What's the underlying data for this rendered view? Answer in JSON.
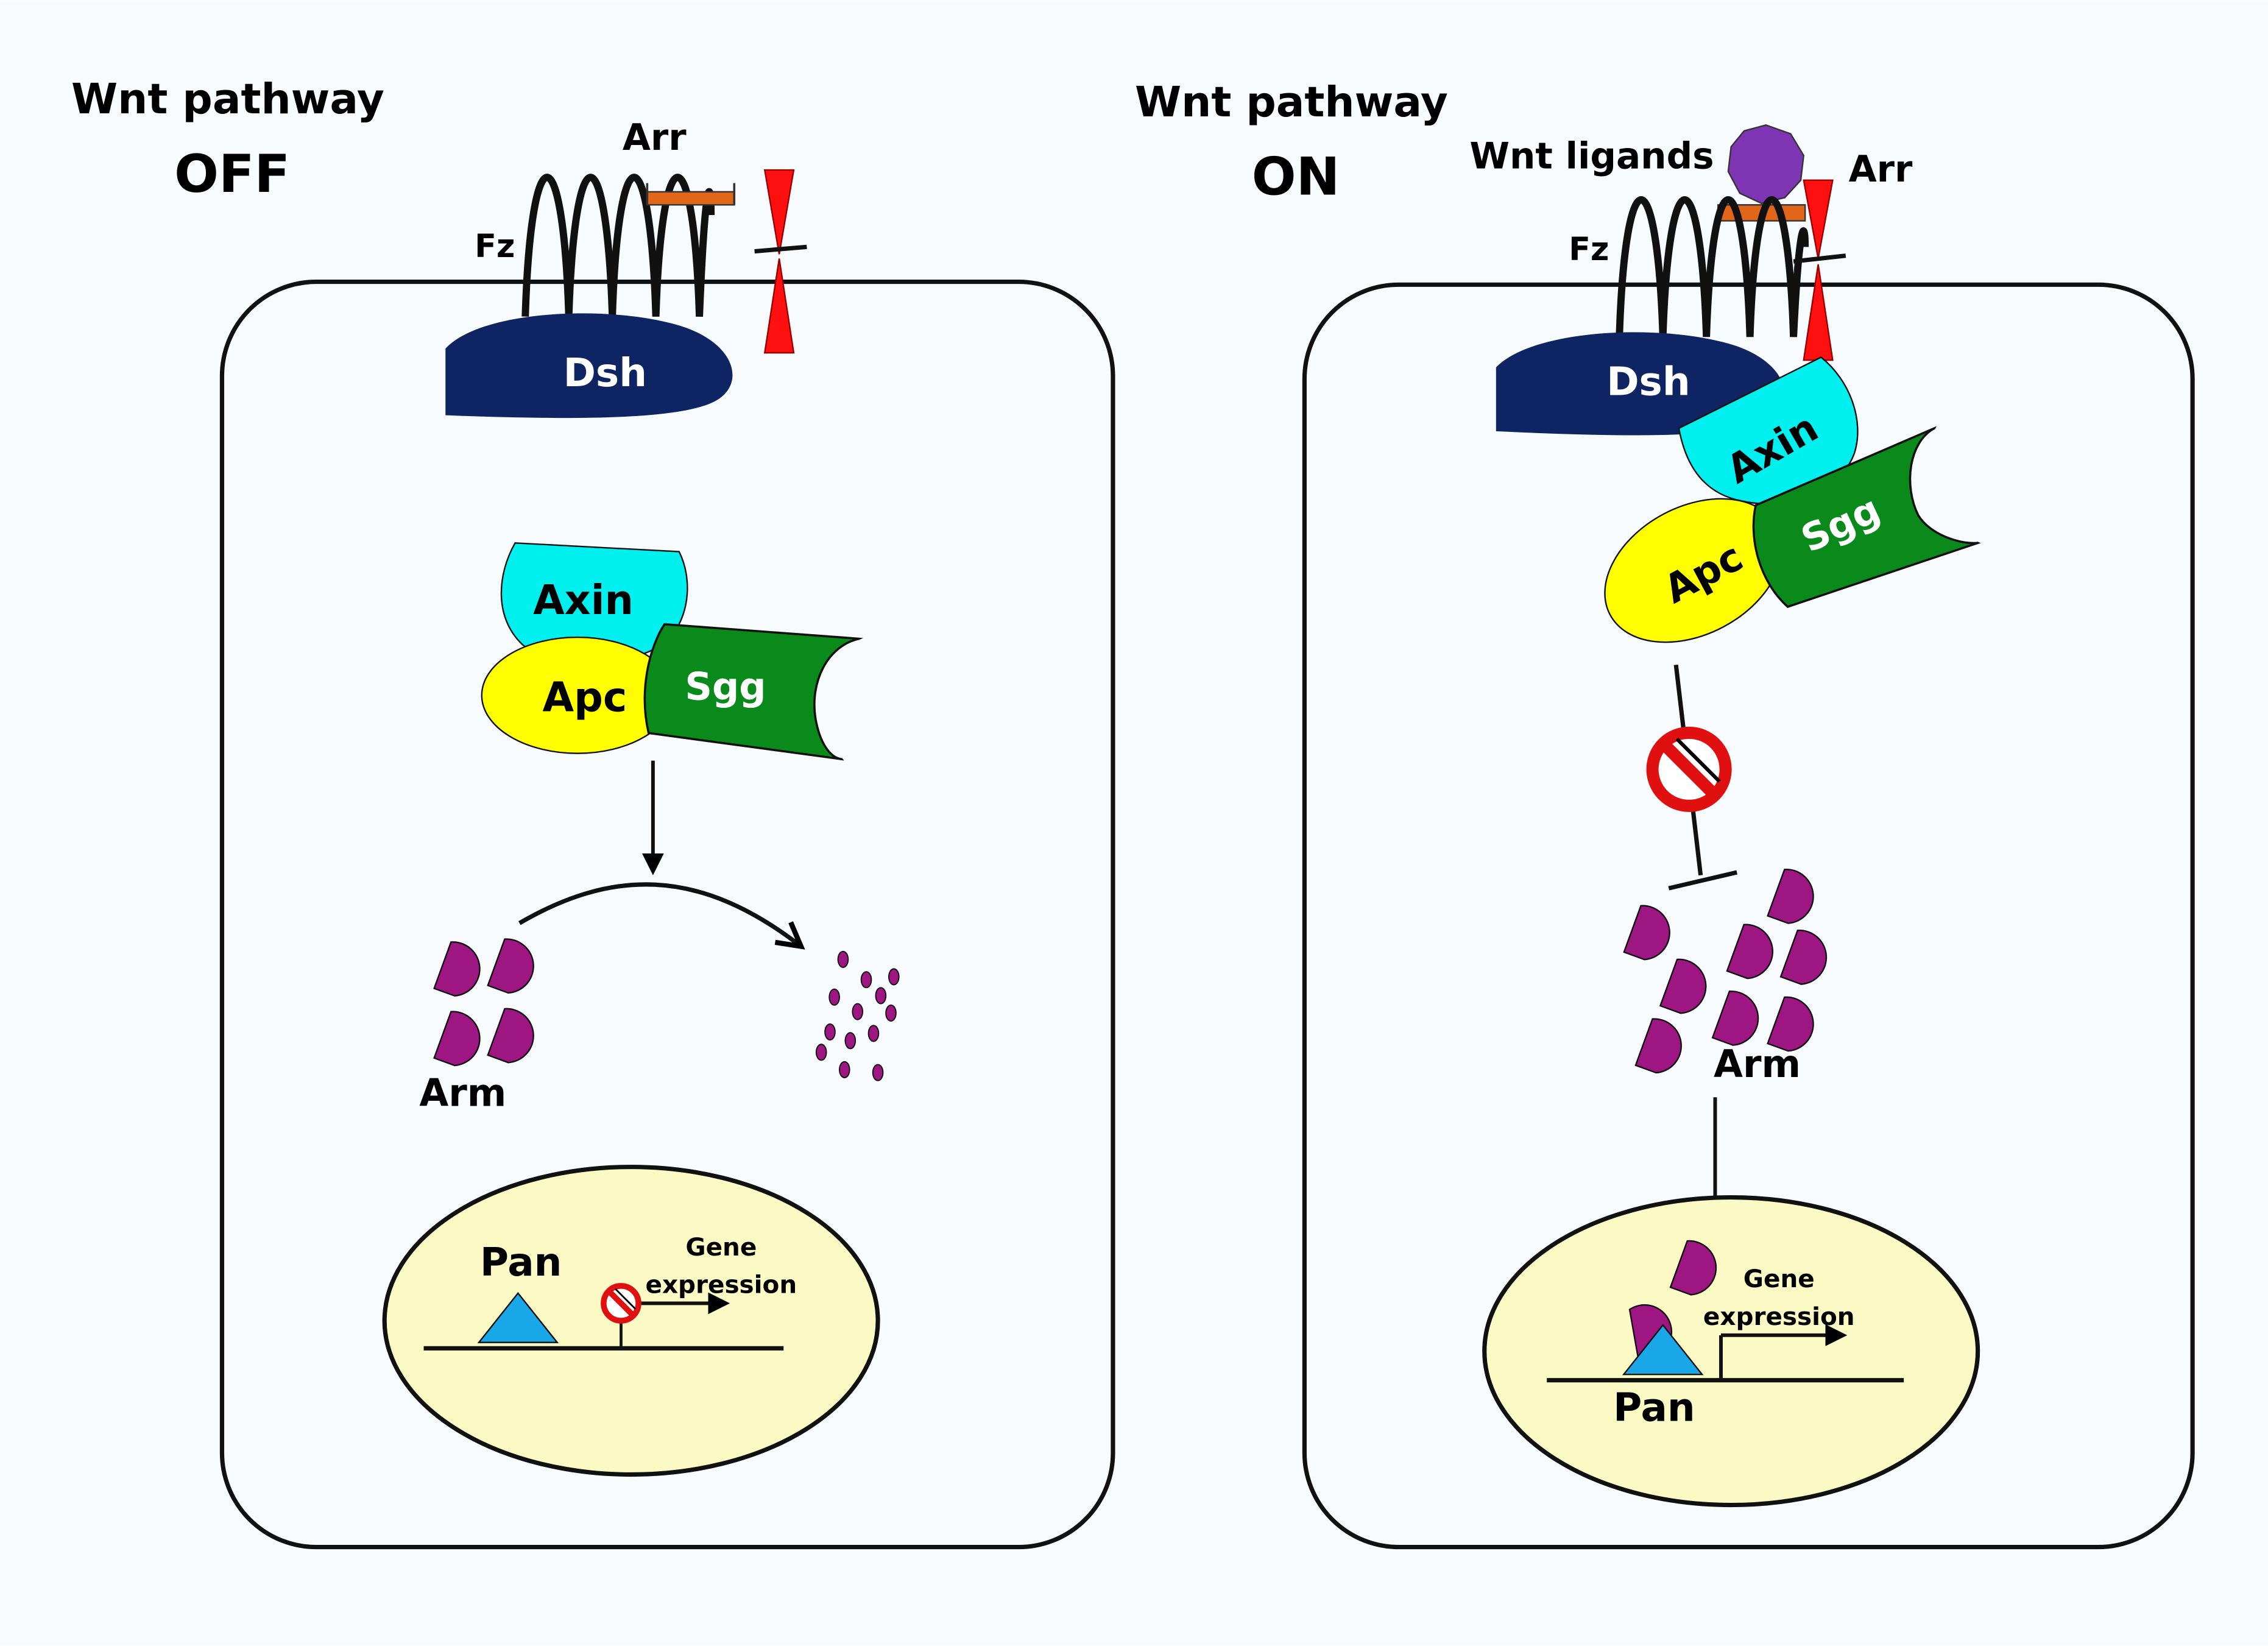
{
  "colors": {
    "background": "#f7fbfd",
    "cell_fill": "#f7fbfd",
    "nucleus_fill": "#fbf9c4",
    "dsh": "#0f2563",
    "axin": "#00f0f0",
    "apc": "#ffff00",
    "sgg": "#0a8a1a",
    "arm": "#9e1681",
    "pan": "#1aa7e8",
    "arr": "#e2661a",
    "channel": "#ff1010",
    "wnt": "#7d35b3"
  },
  "off_panel": {
    "title_line1": "Wnt pathway",
    "title_line2": "OFF",
    "labels": {
      "arr": "Arr",
      "fz": "Fz",
      "dsh": "Dsh",
      "axin": "Axin",
      "apc": "Apc",
      "sgg": "Sgg",
      "arm": "Arm",
      "pan": "Pan",
      "gene_line1": "Gene",
      "gene_line2": "expression"
    }
  },
  "on_panel": {
    "title_line1": "Wnt pathway",
    "title_line2": "ON",
    "labels": {
      "wnt_ligands": "Wnt ligands",
      "arr": "Arr",
      "fz": "Fz",
      "dsh": "Dsh",
      "axin": "Axin",
      "apc": "Apc",
      "sgg": "Sgg",
      "arm": "Arm",
      "pan": "Pan",
      "gene_line1": "Gene",
      "gene_line2": "expression"
    }
  }
}
